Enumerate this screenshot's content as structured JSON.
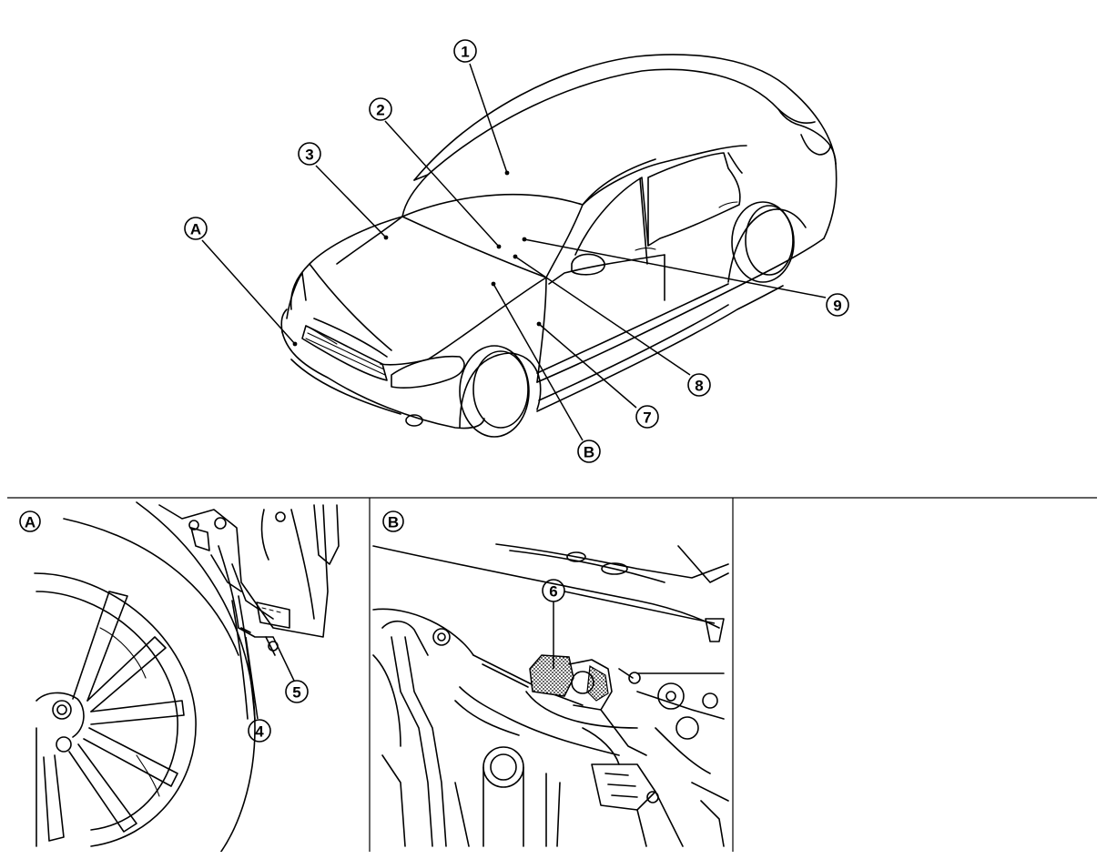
{
  "main_view": {
    "callouts": [
      {
        "id": "c1",
        "text": "1"
      },
      {
        "id": "c2",
        "text": "2"
      },
      {
        "id": "c3",
        "text": "3"
      },
      {
        "id": "cA",
        "text": "A"
      },
      {
        "id": "c9",
        "text": "9"
      },
      {
        "id": "c8",
        "text": "8"
      },
      {
        "id": "c7",
        "text": "7"
      },
      {
        "id": "cB",
        "text": "B"
      }
    ]
  },
  "detail_a": {
    "view_label": "A",
    "callouts": [
      {
        "id": "c5",
        "text": "5"
      },
      {
        "id": "c4",
        "text": "4"
      }
    ]
  },
  "detail_b": {
    "view_label": "B",
    "callouts": [
      {
        "id": "c6",
        "text": "6"
      }
    ]
  }
}
